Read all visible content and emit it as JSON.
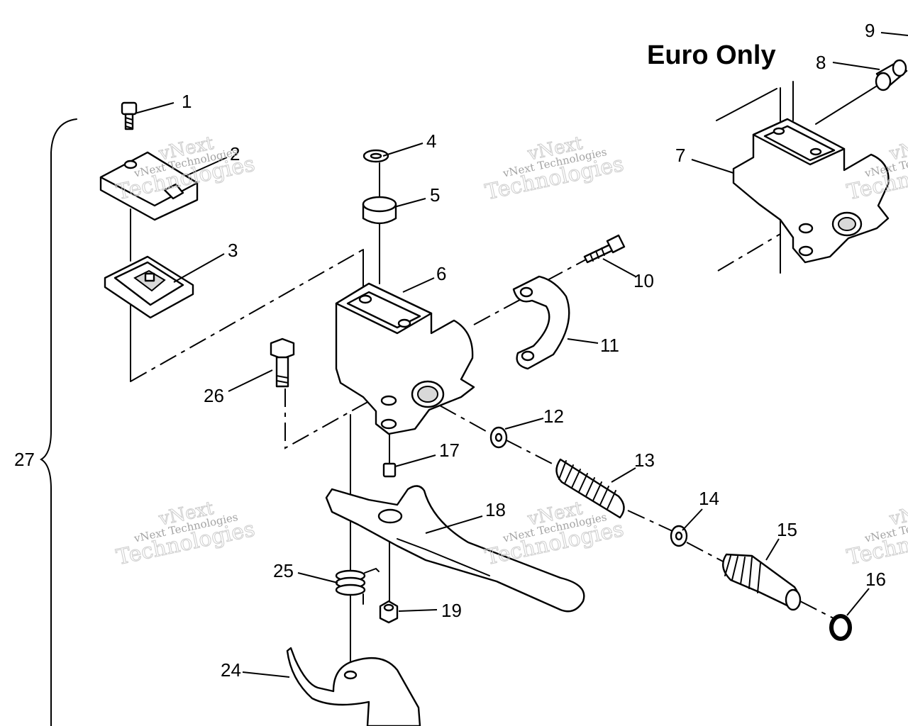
{
  "title": "Euro Only",
  "callouts": [
    {
      "id": "c1",
      "label": "1"
    },
    {
      "id": "c2",
      "label": "2"
    },
    {
      "id": "c3",
      "label": "3"
    },
    {
      "id": "c4",
      "label": "4"
    },
    {
      "id": "c5",
      "label": "5"
    },
    {
      "id": "c6",
      "label": "6"
    },
    {
      "id": "c7",
      "label": "7"
    },
    {
      "id": "c8",
      "label": "8"
    },
    {
      "id": "c9",
      "label": "9"
    },
    {
      "id": "c10",
      "label": "10"
    },
    {
      "id": "c11",
      "label": "11"
    },
    {
      "id": "c12",
      "label": "12"
    },
    {
      "id": "c13",
      "label": "13"
    },
    {
      "id": "c14",
      "label": "14"
    },
    {
      "id": "c15",
      "label": "15"
    },
    {
      "id": "c16",
      "label": "16"
    },
    {
      "id": "c17",
      "label": "17"
    },
    {
      "id": "c18",
      "label": "18"
    },
    {
      "id": "c19",
      "label": "19"
    },
    {
      "id": "c24",
      "label": "24"
    },
    {
      "id": "c25",
      "label": "25"
    },
    {
      "id": "c26",
      "label": "26"
    },
    {
      "id": "c27",
      "label": "27"
    }
  ],
  "watermark": {
    "line1": "vNext",
    "line2": "vNext Technologies",
    "line3": "Technologies"
  }
}
